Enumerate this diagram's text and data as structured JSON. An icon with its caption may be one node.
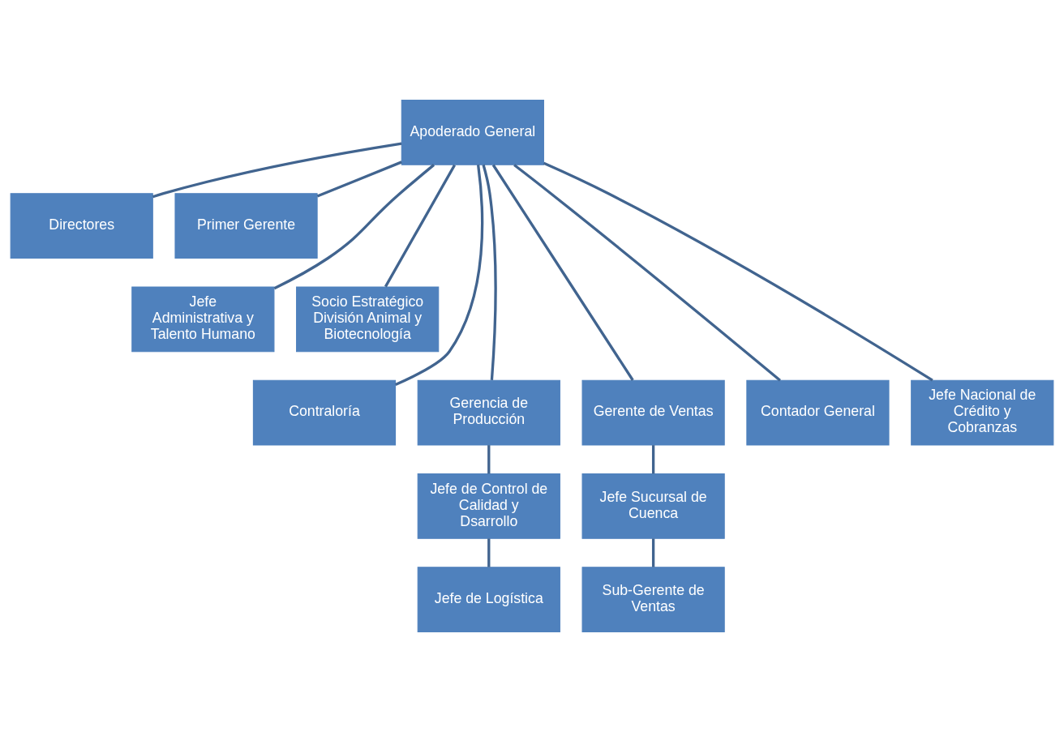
{
  "diagram": {
    "nodes": [
      {
        "text": [
          "Apoderado General"
        ]
      },
      {
        "text": [
          "Directores"
        ]
      },
      {
        "text": [
          "Primer Gerente"
        ]
      },
      {
        "text": [
          "Jefe Administrativa y Talento Humano"
        ]
      },
      {
        "text": [
          "Socio Estratégico División Animal y Biotecnología"
        ]
      },
      {
        "text": [
          "Contraloría"
        ]
      },
      {
        "text": [
          "Gerencia de Producción"
        ]
      },
      {
        "text": [
          "Gerente de Ventas"
        ]
      },
      {
        "text": [
          "Contador General"
        ]
      },
      {
        "text": [
          "Jefe Nacional de Crédito y Cobranzas"
        ]
      },
      {
        "text": [
          "Jefe de Control de Calidad y Dsarrollo"
        ]
      },
      {
        "text": [
          "Jefe Sucursal de Cuenca"
        ]
      },
      {
        "text": [
          "Jefe de Logística"
        ]
      },
      {
        "text": [
          "Sub-Gerente de Ventas"
        ]
      }
    ],
    "edges": [
      {
        "from": 0,
        "to": 1,
        "arrow": "none"
      },
      {
        "from": 0,
        "to": 2,
        "arrow": "none"
      },
      {
        "from": 0,
        "to": 3,
        "arrow": "none"
      },
      {
        "from": 0,
        "to": 4,
        "arrow": "none"
      },
      {
        "from": 0,
        "to": 5,
        "arrow": "none"
      },
      {
        "from": 0,
        "to": 6,
        "arrow": "none"
      },
      {
        "from": 0,
        "to": 7,
        "arrow": "none"
      },
      {
        "from": 0,
        "to": 8,
        "arrow": "none"
      },
      {
        "from": 0,
        "to": 9,
        "arrow": "none"
      },
      {
        "from": 6,
        "to": 10,
        "arrow": "none"
      },
      {
        "from": 7,
        "to": 11,
        "arrow": "none"
      },
      {
        "from": 10,
        "to": 12,
        "arrow": "none"
      },
      {
        "from": 11,
        "to": 13,
        "arrow": "none"
      }
    ]
  }
}
